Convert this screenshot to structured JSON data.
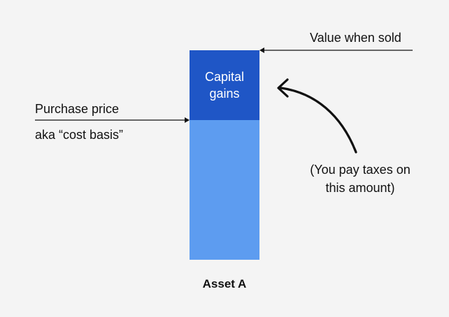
{
  "diagram": {
    "segments": {
      "capital_gains": "Capital\ngains"
    },
    "labels": {
      "value_when_sold": "Value when sold",
      "purchase_price": "Purchase price",
      "aka_cost_basis": "aka “cost basis”",
      "note": "(You pay taxes on\nthis amount)",
      "asset": "Asset A"
    },
    "colors": {
      "background": "#f4f4f4",
      "capital_gains_fill": "#1f56c6",
      "cost_basis_fill": "#5d9cf0",
      "line": "#111111"
    }
  }
}
